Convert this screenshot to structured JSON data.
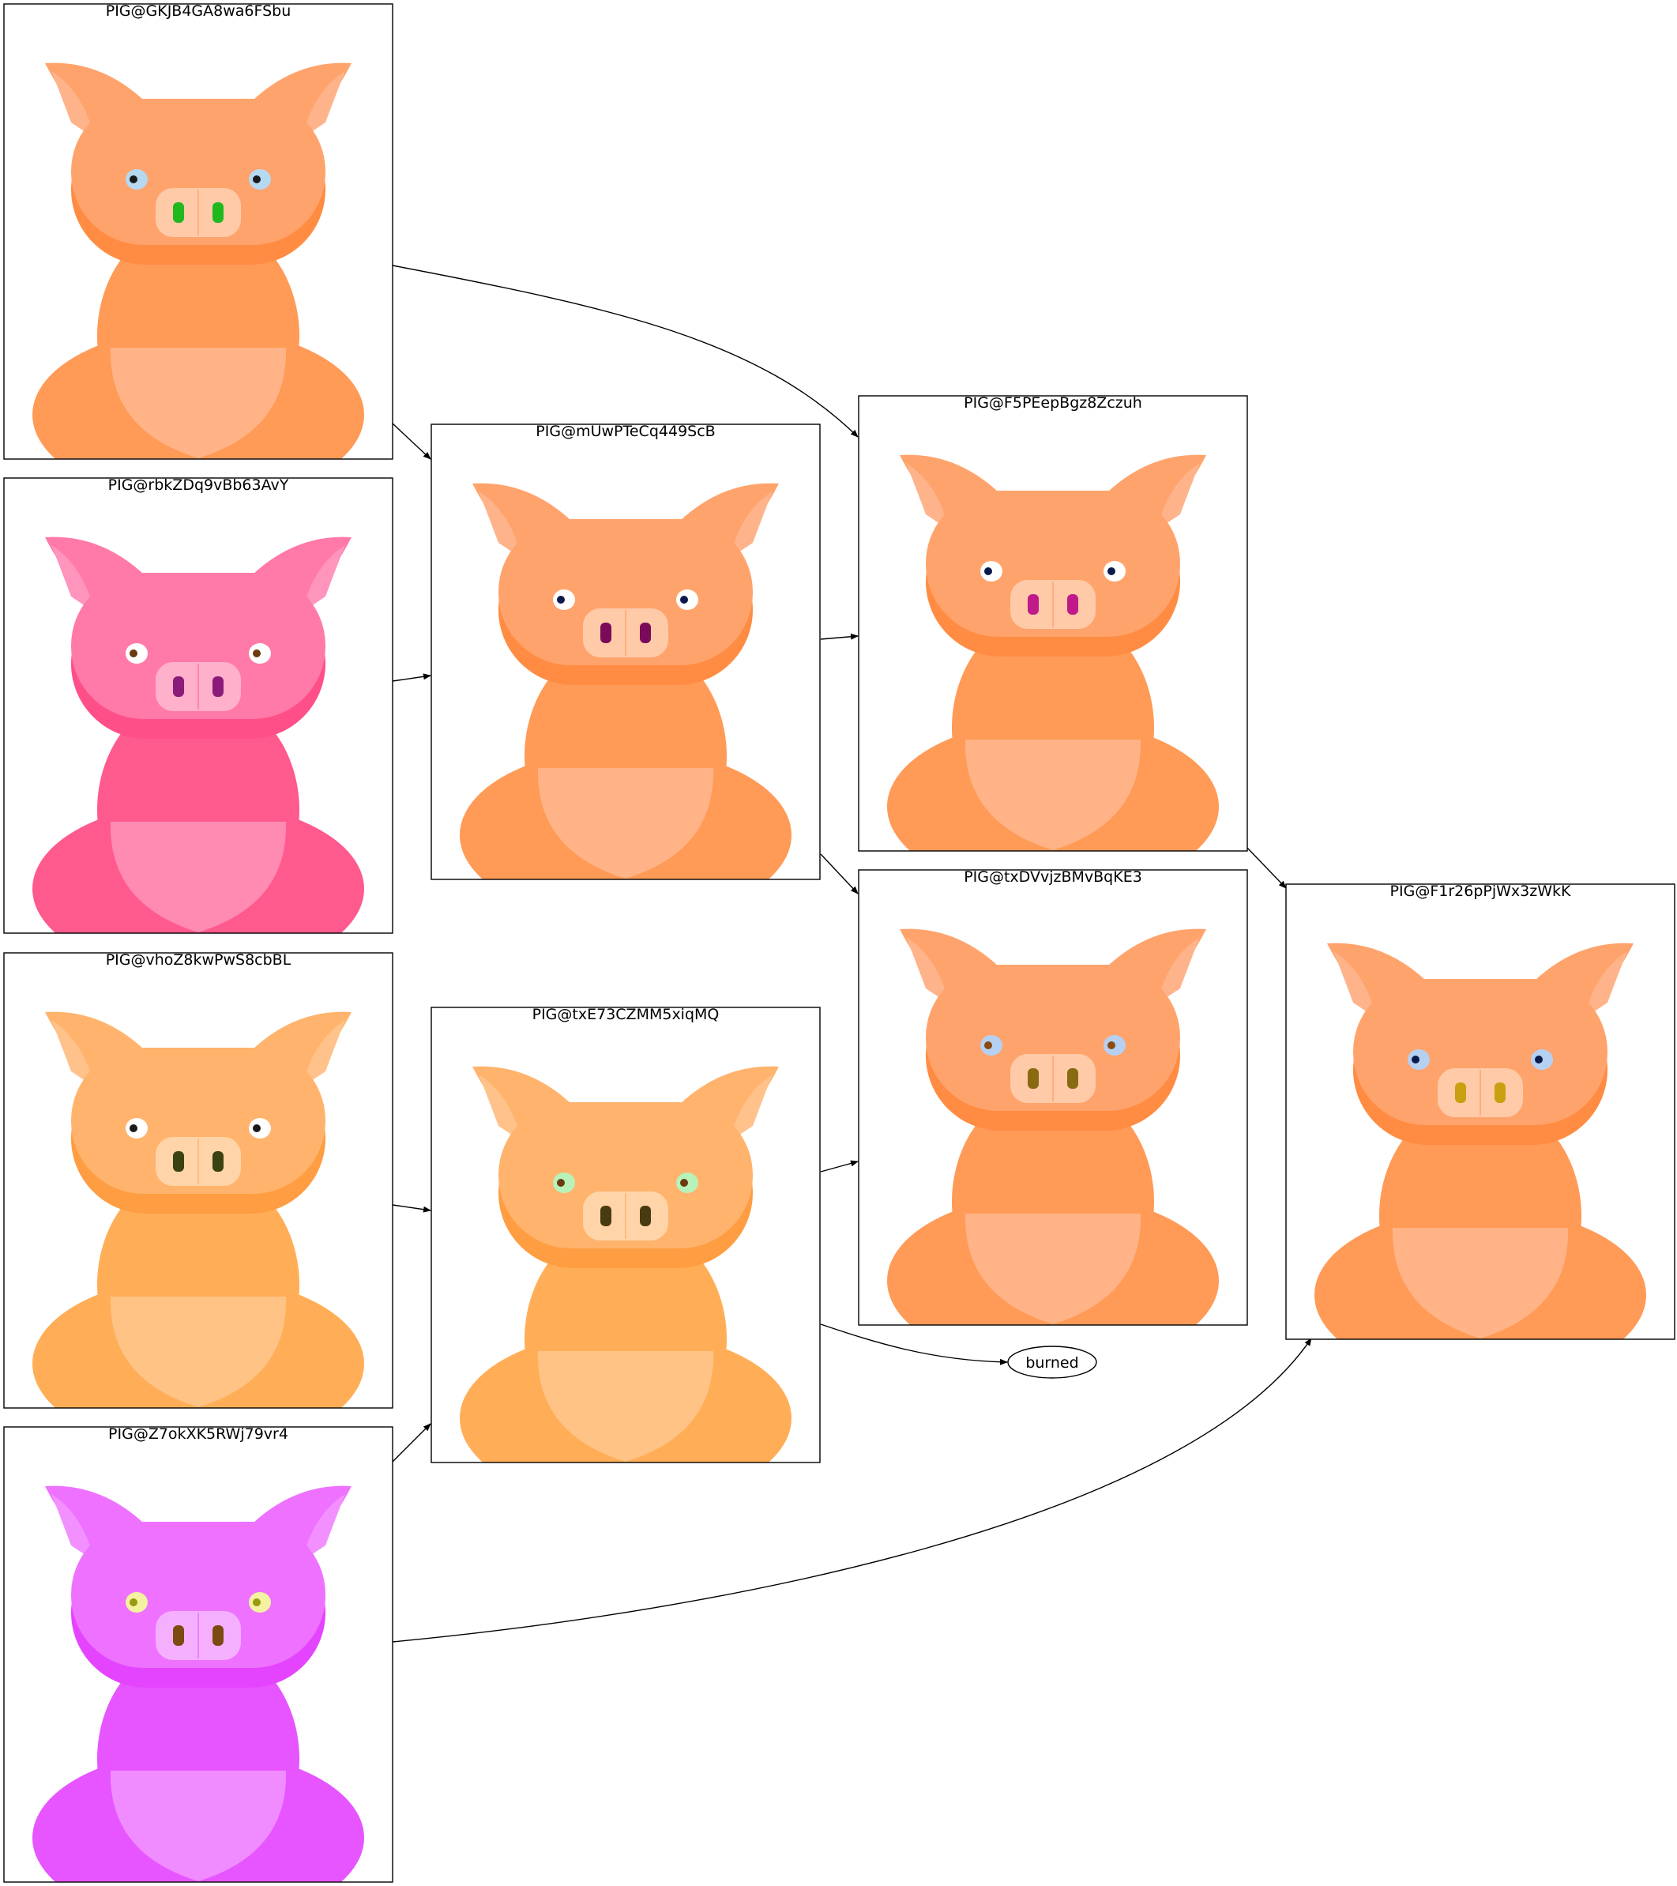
{
  "nodes": [
    {
      "id": "n1",
      "label": "PIG@GKJB4GA8wa6FSbu",
      "pig": {
        "head": "#ffa36c",
        "shade": "#ff8c42",
        "ear": "#ffb38a",
        "body": "#ff9a57",
        "belly": "#ffb386",
        "snout": "#ffcaa8",
        "nostril": "#1fb81f",
        "eye": "#b6d9f2",
        "pupil": "#1a1a1a"
      }
    },
    {
      "id": "n2",
      "label": "PIG@rbkZDq9vBb63AvY",
      "pig": {
        "head": "#ff7aa8",
        "shade": "#ff4f88",
        "ear": "#ff94bd",
        "body": "#ff5a8e",
        "belly": "#ff8ab2",
        "snout": "#ffb0cb",
        "nostril": "#8a1b7a",
        "eye": "#ffffff",
        "pupil": "#6b3a10"
      }
    },
    {
      "id": "n3",
      "label": "PIG@vhoZ8kwPwS8cbBL",
      "pig": {
        "head": "#ffb36c",
        "shade": "#ff9d42",
        "ear": "#ffc28a",
        "body": "#ffae57",
        "belly": "#ffc386",
        "snout": "#ffd4a8",
        "nostril": "#3a4210",
        "eye": "#ffffff",
        "pupil": "#1a1a1a"
      }
    },
    {
      "id": "n4",
      "label": "PIG@Z7okXK5RWj79vr4",
      "pig": {
        "head": "#ee72ff",
        "shade": "#e544ff",
        "ear": "#f290ff",
        "body": "#e655ff",
        "belly": "#f08cff",
        "snout": "#f4b0ff",
        "nostril": "#7a4a10",
        "eye": "#f2f2a0",
        "pupil": "#9a9a10"
      }
    },
    {
      "id": "n5",
      "label": "PIG@mUwPTeCq449ScB",
      "pig": {
        "head": "#ffa36c",
        "shade": "#ff8c42",
        "ear": "#ffb38a",
        "body": "#ff9a57",
        "belly": "#ffb386",
        "snout": "#ffcaa8",
        "nostril": "#7a0a5a",
        "eye": "#ffffff",
        "pupil": "#0a1a4a"
      }
    },
    {
      "id": "n6",
      "label": "PIG@txE73CZMM5xiqMQ",
      "pig": {
        "head": "#ffb36c",
        "shade": "#ff9d42",
        "ear": "#ffc28a",
        "body": "#ffae57",
        "belly": "#ffc386",
        "snout": "#ffd4a8",
        "nostril": "#4a3a10",
        "eye": "#b8f2b8",
        "pupil": "#6b3a10"
      }
    },
    {
      "id": "n7",
      "label": "PIG@F5PEepBgz8Zczuh",
      "pig": {
        "head": "#ffa36c",
        "shade": "#ff8c42",
        "ear": "#ffb38a",
        "body": "#ff9a57",
        "belly": "#ffb386",
        "snout": "#ffcaa8",
        "nostril": "#c01a8a",
        "eye": "#ffffff",
        "pupil": "#0a1a4a"
      }
    },
    {
      "id": "n8",
      "label": "PIG@txDVvjzBMvBqKE3",
      "pig": {
        "head": "#ffa36c",
        "shade": "#ff8c42",
        "ear": "#ffb38a",
        "body": "#ff9a57",
        "belly": "#ffb386",
        "snout": "#ffcaa8",
        "nostril": "#8a6a10",
        "eye": "#b6d0f2",
        "pupil": "#8a4a10"
      }
    },
    {
      "id": "n9",
      "label": "PIG@F1r26pPjWx3zWkK",
      "pig": {
        "head": "#ffa36c",
        "shade": "#ff8c42",
        "ear": "#ffb38a",
        "body": "#ff9a57",
        "belly": "#ffb386",
        "snout": "#ffcaa8",
        "nostril": "#c9a010",
        "eye": "#b6d0f2",
        "pupil": "#0a1a4a"
      }
    }
  ],
  "burned": {
    "id": "burned",
    "label": "burned"
  },
  "edges": [
    {
      "from": "n1",
      "to": "n5"
    },
    {
      "from": "n1",
      "to": "n7"
    },
    {
      "from": "n2",
      "to": "n5"
    },
    {
      "from": "n3",
      "to": "n6"
    },
    {
      "from": "n4",
      "to": "n6"
    },
    {
      "from": "n4",
      "to": "n9"
    },
    {
      "from": "n5",
      "to": "n7"
    },
    {
      "from": "n5",
      "to": "n8"
    },
    {
      "from": "n6",
      "to": "n8"
    },
    {
      "from": "n6",
      "to": "burned"
    },
    {
      "from": "n7",
      "to": "n9"
    }
  ]
}
